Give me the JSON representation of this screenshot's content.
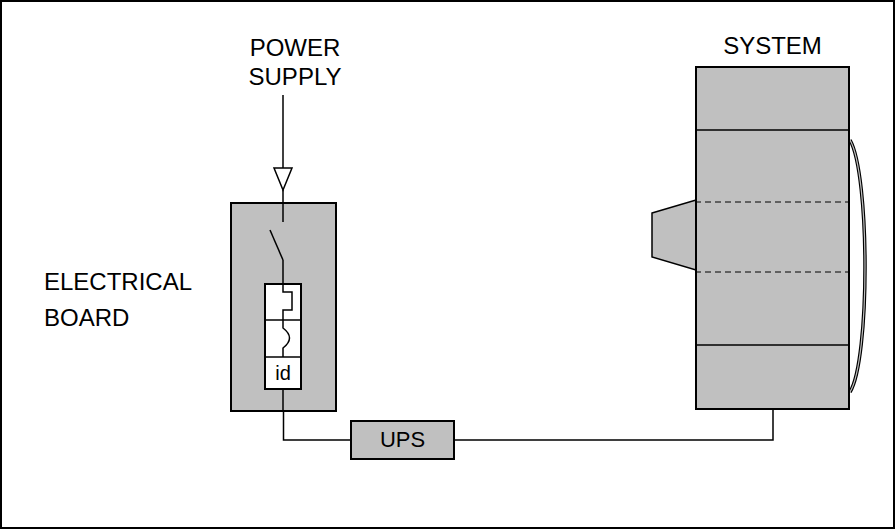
{
  "diagram": {
    "nodes": [
      {
        "text": [
          "ELECTRICAL BOARD"
        ]
      },
      {
        "text": [
          "id"
        ],
        "in": 0
      },
      {
        "text": [
          "UPS"
        ]
      },
      {
        "text": [
          "SYSTEM"
        ]
      }
    ],
    "edges": [
      {
        "from": 0,
        "to": 2,
        "arrow": "none"
      },
      {
        "from": 2,
        "to": 3,
        "arrow": "none"
      }
    ],
    "labels": [
      "POWER SUPPLY"
    ]
  }
}
